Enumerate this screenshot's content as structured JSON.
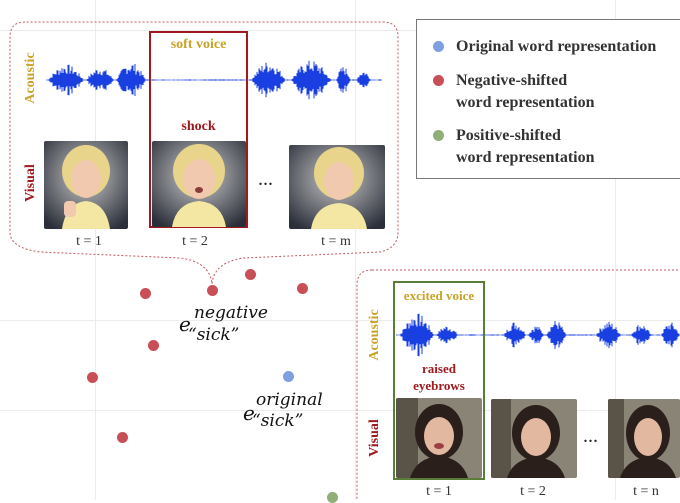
{
  "colors": {
    "acoustic": "#c9a227",
    "visual": "#a0191e",
    "wave": "#1a3fe0",
    "blue_dot": "#7f9fe0",
    "red_dot": "#c84f55",
    "green_dot": "#8fae78",
    "highlight_red": "#a0191e",
    "highlight_green": "#5b7d3a"
  },
  "legend": {
    "items": [
      {
        "label": "Original word representation",
        "color": "#7f9fe0"
      },
      {
        "label": "Negative-shifted\nword representation",
        "color": "#c84f55"
      },
      {
        "label": "Positive-shifted\nword representation",
        "color": "#8fae78"
      }
    ]
  },
  "top_panel": {
    "acoustic_label": "Acoustic",
    "visual_label": "Visual",
    "voice_tag": "soft voice",
    "face_tag": "shock",
    "ellipsis": "...",
    "times": [
      "t = 1",
      "t = 2",
      "t = m"
    ]
  },
  "bottom_panel": {
    "acoustic_label": "Acoustic",
    "visual_label": "Visual",
    "voice_tag": "excited voice",
    "face_tag": "raised\neyebrows",
    "ellipsis": "...",
    "times": [
      "t = 1",
      "t = 2",
      "t = n"
    ]
  },
  "embeddings": {
    "negative": {
      "base": "e",
      "sup": "negative",
      "sub": "“sick”"
    },
    "original": {
      "base": "e",
      "sup": "original",
      "sub": "“sick”"
    }
  }
}
